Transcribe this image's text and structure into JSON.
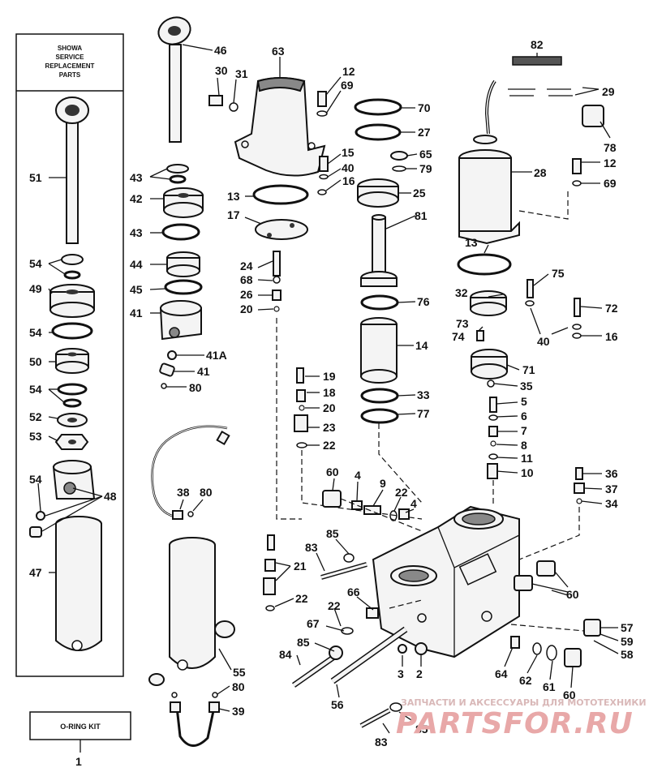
{
  "showa_box": {
    "lines": [
      "SHOWA",
      "SERVICE",
      "REPLACEMENT",
      "PARTS"
    ]
  },
  "oring_kit": {
    "label": "O-RING KIT",
    "number": "1"
  },
  "watermark": {
    "subtitle": "ЗАПЧАСТИ И АКСЕССУАРЫ ДЛЯ МОТОТЕХНИКИ",
    "brand": "PARTSFOR.RU"
  },
  "callouts": [
    {
      "id": "c82",
      "text": "82"
    },
    {
      "id": "c29",
      "text": "29"
    },
    {
      "id": "c78",
      "text": "78"
    },
    {
      "id": "c28",
      "text": "28"
    },
    {
      "id": "c12b",
      "text": "12"
    },
    {
      "id": "c69b",
      "text": "69"
    },
    {
      "id": "c13b",
      "text": "13"
    },
    {
      "id": "c75",
      "text": "75"
    },
    {
      "id": "c32",
      "text": "32"
    },
    {
      "id": "c72",
      "text": "72"
    },
    {
      "id": "c73",
      "text": "73"
    },
    {
      "id": "c74",
      "text": "74"
    },
    {
      "id": "c40b",
      "text": "40"
    },
    {
      "id": "c16b",
      "text": "16"
    },
    {
      "id": "c71",
      "text": "71"
    },
    {
      "id": "c35",
      "text": "35"
    },
    {
      "id": "c5",
      "text": "5"
    },
    {
      "id": "c6",
      "text": "6"
    },
    {
      "id": "c7",
      "text": "7"
    },
    {
      "id": "c8",
      "text": "8"
    },
    {
      "id": "c11",
      "text": "11"
    },
    {
      "id": "c10",
      "text": "10"
    },
    {
      "id": "c36",
      "text": "36"
    },
    {
      "id": "c37",
      "text": "37"
    },
    {
      "id": "c34",
      "text": "34"
    },
    {
      "id": "c60c",
      "text": "60"
    },
    {
      "id": "c57",
      "text": "57"
    },
    {
      "id": "c59",
      "text": "59"
    },
    {
      "id": "c58",
      "text": "58"
    },
    {
      "id": "c64",
      "text": "64"
    },
    {
      "id": "c62",
      "text": "62"
    },
    {
      "id": "c61",
      "text": "61"
    },
    {
      "id": "c60d",
      "text": "60"
    },
    {
      "id": "c70",
      "text": "70"
    },
    {
      "id": "c27",
      "text": "27"
    },
    {
      "id": "c65",
      "text": "65"
    },
    {
      "id": "c79",
      "text": "79"
    },
    {
      "id": "c25",
      "text": "25"
    },
    {
      "id": "c81",
      "text": "81"
    },
    {
      "id": "c76",
      "text": "76"
    },
    {
      "id": "c14",
      "text": "14"
    },
    {
      "id": "c33",
      "text": "33"
    },
    {
      "id": "c77",
      "text": "77"
    },
    {
      "id": "c63",
      "text": "63"
    },
    {
      "id": "c12a",
      "text": "12"
    },
    {
      "id": "c69a",
      "text": "69"
    },
    {
      "id": "c15",
      "text": "15"
    },
    {
      "id": "c40a",
      "text": "40"
    },
    {
      "id": "c16a",
      "text": "16"
    },
    {
      "id": "c13a",
      "text": "13"
    },
    {
      "id": "c17",
      "text": "17"
    },
    {
      "id": "c24",
      "text": "24"
    },
    {
      "id": "c68",
      "text": "68"
    },
    {
      "id": "c26",
      "text": "26"
    },
    {
      "id": "c20a",
      "text": "20"
    },
    {
      "id": "c19",
      "text": "19"
    },
    {
      "id": "c18",
      "text": "18"
    },
    {
      "id": "c20b",
      "text": "20"
    },
    {
      "id": "c23",
      "text": "23"
    },
    {
      "id": "c22a",
      "text": "22"
    },
    {
      "id": "c60a",
      "text": "60"
    },
    {
      "id": "c4a",
      "text": "4"
    },
    {
      "id": "c9",
      "text": "9"
    },
    {
      "id": "c22b",
      "text": "22"
    },
    {
      "id": "c4b",
      "text": "4"
    },
    {
      "id": "c85a",
      "text": "85"
    },
    {
      "id": "c83a",
      "text": "83"
    },
    {
      "id": "c21",
      "text": "21"
    },
    {
      "id": "c22c",
      "text": "22"
    },
    {
      "id": "c66",
      "text": "66"
    },
    {
      "id": "c22d",
      "text": "22"
    },
    {
      "id": "c67",
      "text": "67"
    },
    {
      "id": "c60b",
      "text": "60"
    },
    {
      "id": "c85b",
      "text": "85"
    },
    {
      "id": "c84",
      "text": "84"
    },
    {
      "id": "c3",
      "text": "3"
    },
    {
      "id": "c2",
      "text": "2"
    },
    {
      "id": "c56",
      "text": "56"
    },
    {
      "id": "c83b",
      "text": "83"
    },
    {
      "id": "c85c",
      "text": "85"
    },
    {
      "id": "c46",
      "text": "46"
    },
    {
      "id": "c30",
      "text": "30"
    },
    {
      "id": "c31",
      "text": "31"
    },
    {
      "id": "c43a",
      "text": "43"
    },
    {
      "id": "c42",
      "text": "42"
    },
    {
      "id": "c43b",
      "text": "43"
    },
    {
      "id": "c44",
      "text": "44"
    },
    {
      "id": "c45",
      "text": "45"
    },
    {
      "id": "c41a",
      "text": "41"
    },
    {
      "id": "c41A",
      "text": "41A"
    },
    {
      "id": "c41b",
      "text": "41"
    },
    {
      "id": "c80a",
      "text": "80"
    },
    {
      "id": "c38",
      "text": "38"
    },
    {
      "id": "c80b",
      "text": "80"
    },
    {
      "id": "c55",
      "text": "55"
    },
    {
      "id": "c80c",
      "text": "80"
    },
    {
      "id": "c39",
      "text": "39"
    },
    {
      "id": "c51",
      "text": "51"
    },
    {
      "id": "c54a",
      "text": "54"
    },
    {
      "id": "c49",
      "text": "49"
    },
    {
      "id": "c54b",
      "text": "54"
    },
    {
      "id": "c50",
      "text": "50"
    },
    {
      "id": "c54c",
      "text": "54"
    },
    {
      "id": "c52",
      "text": "52"
    },
    {
      "id": "c53",
      "text": "53"
    },
    {
      "id": "c54d",
      "text": "54"
    },
    {
      "id": "c48",
      "text": "48"
    },
    {
      "id": "c47",
      "text": "47"
    }
  ]
}
